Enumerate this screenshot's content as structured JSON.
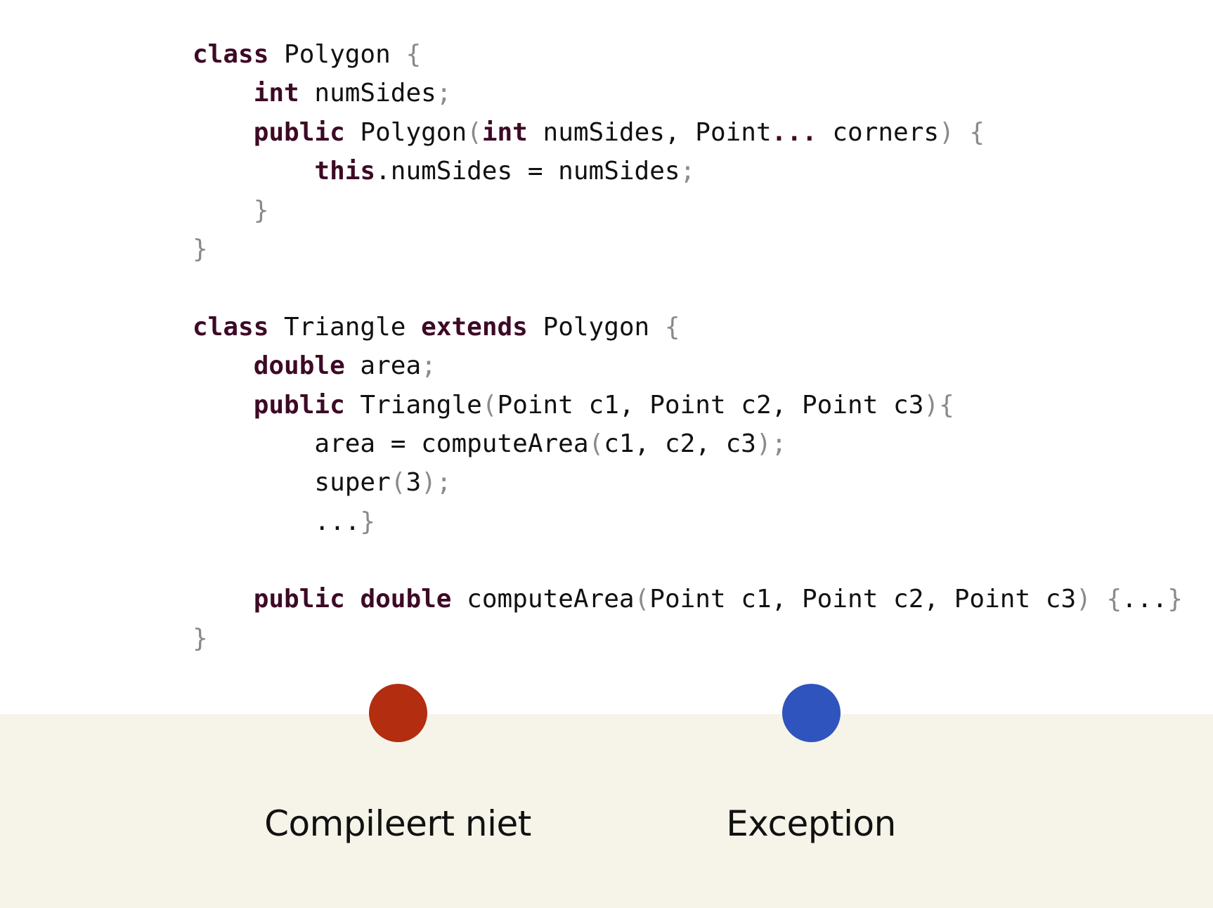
{
  "code": {
    "lines": [
      {
        "indent": 0,
        "tokens": [
          {
            "t": "class",
            "k": "kw"
          },
          {
            "t": " Polygon ",
            "k": "id"
          },
          {
            "t": "{",
            "k": "punct"
          }
        ]
      },
      {
        "indent": 1,
        "tokens": [
          {
            "t": "int",
            "k": "kw"
          },
          {
            "t": " numSides",
            "k": "id"
          },
          {
            "t": ";",
            "k": "punct"
          }
        ]
      },
      {
        "indent": 1,
        "tokens": [
          {
            "t": "public",
            "k": "kw"
          },
          {
            "t": " Polygon",
            "k": "id"
          },
          {
            "t": "(",
            "k": "punct"
          },
          {
            "t": "int",
            "k": "kw"
          },
          {
            "t": " numSides, Point",
            "k": "id"
          },
          {
            "t": "...",
            "k": "kw"
          },
          {
            "t": " corners",
            "k": "id"
          },
          {
            "t": ") {",
            "k": "punct"
          }
        ]
      },
      {
        "indent": 2,
        "tokens": [
          {
            "t": "this",
            "k": "kw"
          },
          {
            "t": ".numSides = numSides",
            "k": "id"
          },
          {
            "t": ";",
            "k": "punct"
          }
        ]
      },
      {
        "indent": 1,
        "tokens": [
          {
            "t": "}",
            "k": "punct"
          }
        ]
      },
      {
        "indent": 0,
        "tokens": [
          {
            "t": "}",
            "k": "punct"
          }
        ]
      },
      {
        "indent": 0,
        "tokens": []
      },
      {
        "indent": 0,
        "tokens": [
          {
            "t": "class",
            "k": "kw"
          },
          {
            "t": " Triangle ",
            "k": "id"
          },
          {
            "t": "extends",
            "k": "kw"
          },
          {
            "t": " Polygon ",
            "k": "id"
          },
          {
            "t": "{",
            "k": "punct"
          }
        ]
      },
      {
        "indent": 1,
        "tokens": [
          {
            "t": "double",
            "k": "kw"
          },
          {
            "t": " area",
            "k": "id"
          },
          {
            "t": ";",
            "k": "punct"
          }
        ]
      },
      {
        "indent": 1,
        "tokens": [
          {
            "t": "public",
            "k": "kw"
          },
          {
            "t": " Triangle",
            "k": "id"
          },
          {
            "t": "(",
            "k": "punct"
          },
          {
            "t": "Point c1, Point c2, Point c3",
            "k": "id"
          },
          {
            "t": "){",
            "k": "punct"
          }
        ]
      },
      {
        "indent": 2,
        "tokens": [
          {
            "t": "area = computeArea",
            "k": "id"
          },
          {
            "t": "(",
            "k": "punct"
          },
          {
            "t": "c1, c2, c3",
            "k": "id"
          },
          {
            "t": ");",
            "k": "punct"
          }
        ]
      },
      {
        "indent": 2,
        "tokens": [
          {
            "t": "super",
            "k": "id"
          },
          {
            "t": "(",
            "k": "punct"
          },
          {
            "t": "3",
            "k": "id"
          },
          {
            "t": ");",
            "k": "punct"
          }
        ]
      },
      {
        "indent": 2,
        "tokens": [
          {
            "t": "...",
            "k": "id"
          },
          {
            "t": "}",
            "k": "punct"
          }
        ]
      },
      {
        "indent": 0,
        "tokens": []
      },
      {
        "indent": 1,
        "tokens": [
          {
            "t": "public",
            "k": "kw"
          },
          {
            "t": " ",
            "k": "id"
          },
          {
            "t": "double",
            "k": "kw"
          },
          {
            "t": " computeArea",
            "k": "id"
          },
          {
            "t": "(",
            "k": "punct"
          },
          {
            "t": "Point c1, Point c2, Point c3",
            "k": "id"
          },
          {
            "t": ") {",
            "k": "punct"
          },
          {
            "t": "...",
            "k": "id"
          },
          {
            "t": "}",
            "k": "punct"
          }
        ]
      },
      {
        "indent": 0,
        "tokens": [
          {
            "t": "}",
            "k": "punct"
          }
        ]
      }
    ]
  },
  "options": [
    {
      "label": "Compileert niet",
      "color": "#b32d10"
    },
    {
      "label": "Exception",
      "color": "#2f54bd"
    }
  ],
  "colors": {
    "keyword": "#3d0a26",
    "identifier": "#111111",
    "punctuation": "#8a8a8a",
    "answer_band": "#f6f4e8"
  }
}
